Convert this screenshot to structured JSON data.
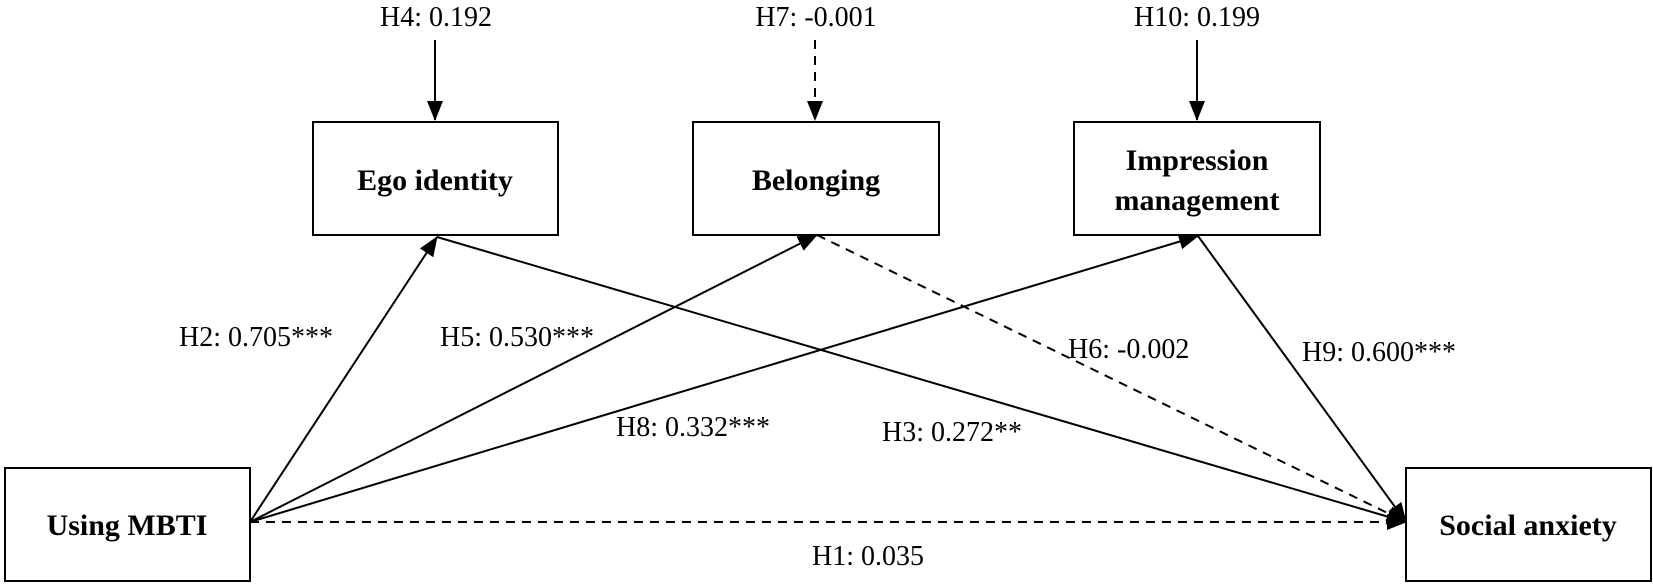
{
  "nodes": {
    "ego_identity": "Ego identity",
    "belonging": "Belonging",
    "impression_management_line1": "Impression",
    "impression_management_line2": "management",
    "using_mbti": "Using MBTI",
    "social_anxiety": "Social anxiety"
  },
  "paths": {
    "h1": "H1: 0.035",
    "h2": "H2: 0.705***",
    "h3": "H3: 0.272**",
    "h4": "H4: 0.192",
    "h5": "H5: 0.530***",
    "h6": "H6: -0.002",
    "h7": "H7: -0.001",
    "h8": "H8: 0.332***",
    "h9": "H9: 0.600***",
    "h10": "H10: 0.199"
  }
}
